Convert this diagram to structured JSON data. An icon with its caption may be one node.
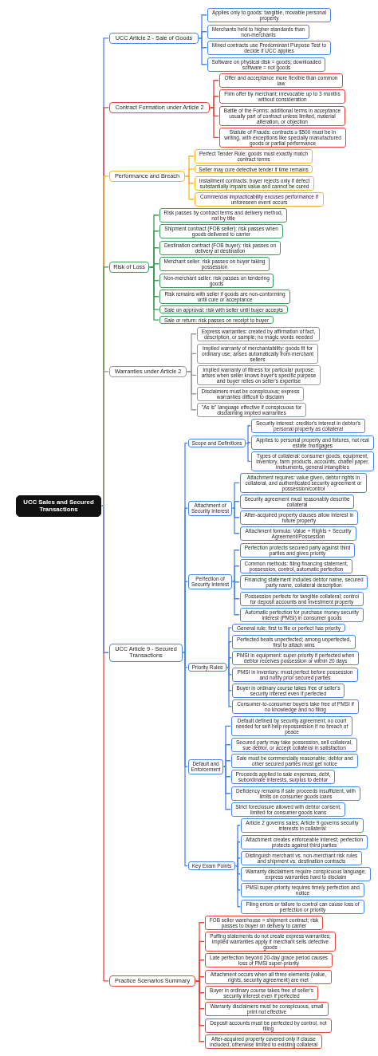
{
  "diagram": {
    "nodes": [
      {
        "text": [
          "UCC Sales and Secured Transactions"
        ]
      },
      {
        "text": [
          "UCC Article 2 - Sale of Goods"
        ]
      },
      {
        "text": [
          "Applies only to goods: tangible, movable personal property"
        ]
      },
      {
        "text": [
          "Merchants held to higher standards than non-merchants"
        ]
      },
      {
        "text": [
          "Mixed contracts use Predominant Purpose Test to decide if UCC applies"
        ]
      },
      {
        "text": [
          "Software on physical disk = goods; downloaded software = not goods"
        ]
      },
      {
        "text": [
          "Contract Formation under Article 2"
        ]
      },
      {
        "text": [
          "Offer and acceptance more flexible than common law"
        ]
      },
      {
        "text": [
          "Firm offer by merchant: irrevocable up to 3 months without consideration"
        ]
      },
      {
        "text": [
          "Battle of the Forms: additional terms in acceptance usually part of contract unless limited, material alteration, or objection"
        ]
      },
      {
        "text": [
          "Statute of Frauds: contracts ≥ $500 must be in writing, with exceptions like specially manufactured goods or partial performance"
        ]
      },
      {
        "text": [
          "Performance and Breach"
        ]
      },
      {
        "text": [
          "Perfect Tender Rule: goods must exactly match contract terms"
        ]
      },
      {
        "text": [
          "Seller may cure defective tender if time remains"
        ]
      },
      {
        "text": [
          "Installment contracts: buyer rejects only if defect substantially impairs value and cannot be cured"
        ]
      },
      {
        "text": [
          "Commercial impracticability excuses performance if unforeseen event occurs"
        ]
      },
      {
        "text": [
          "Risk of Loss"
        ]
      },
      {
        "text": [
          "Risk passes by contract terms and delivery method, not by title"
        ]
      },
      {
        "text": [
          "Shipment contract (FOB seller): risk passes when goods delivered to carrier"
        ]
      },
      {
        "text": [
          "Destination contract (FOB buyer): risk passes on delivery at destination"
        ]
      },
      {
        "text": [
          "Merchant seller: risk passes on buyer taking possession"
        ]
      },
      {
        "text": [
          "Non-merchant seller: risk passes on tendering goods"
        ]
      },
      {
        "text": [
          "Risk remains with seller if goods are non-conforming until cure or acceptance"
        ]
      },
      {
        "text": [
          "Sale on approval: risk with seller until buyer accepts"
        ]
      },
      {
        "text": [
          "Sale or return: risk passes on receipt to buyer"
        ]
      },
      {
        "text": [
          "Warranties under Article 2"
        ]
      },
      {
        "text": [
          "Express warranties: created by affirmation of fact, description, or sample; no magic words needed"
        ]
      },
      {
        "text": [
          "Implied warranty of merchantability: goods fit for ordinary use; arises automatically from merchant sellers"
        ]
      },
      {
        "text": [
          "Implied warranty of fitness for particular purpose: arises when seller knows buyer's specific purpose and buyer relies on seller's expertise"
        ]
      },
      {
        "text": [
          "Disclaimers must be conspicuous; express warranties difficult to disclaim"
        ]
      },
      {
        "text": [
          "\"As is\" language effective if conspicuous for disclaiming implied warranties"
        ]
      },
      {
        "text": [
          "UCC Article 9 - Secured Transactions"
        ]
      },
      {
        "text": [
          "Scope and Definitions"
        ]
      },
      {
        "text": [
          "Security interest: creditor's interest in debtor's personal property as collateral"
        ]
      },
      {
        "text": [
          "Applies to personal property and fixtures, not real estate mortgages"
        ]
      },
      {
        "text": [
          "Types of collateral: consumer goods, equipment, inventory, farm products, accounts, chattel paper, instruments, general intangibles"
        ]
      },
      {
        "text": [
          "Attachment of Security Interest"
        ]
      },
      {
        "text": [
          "Attachment requires: value given, debtor rights in collateral, and authenticated security agreement or possession/control"
        ]
      },
      {
        "text": [
          "Security agreement must reasonably describe collateral"
        ]
      },
      {
        "text": [
          "After-acquired property clauses allow interest in future property"
        ]
      },
      {
        "text": [
          "Attachment formula: Value + Rights + Security Agreement/Possession"
        ]
      },
      {
        "text": [
          "Perfection of Security Interest"
        ]
      },
      {
        "text": [
          "Perfection protects secured party against third parties and gives priority"
        ]
      },
      {
        "text": [
          "Common methods: filing financing statement, possession, control, automatic perfection"
        ]
      },
      {
        "text": [
          "Financing statement includes debtor name, secured party name, collateral description"
        ]
      },
      {
        "text": [
          "Possession perfects for tangible collateral; control for deposit accounts and investment property"
        ]
      },
      {
        "text": [
          "Automatic perfection for purchase money security interest (PMSI) in consumer goods"
        ]
      },
      {
        "text": [
          "Priority Rules"
        ]
      },
      {
        "text": [
          "General rule: first to file or perfect has priority"
        ]
      },
      {
        "text": [
          "Perfected beats unperfected; among unperfected, first to attach wins"
        ]
      },
      {
        "text": [
          "PMSI in equipment: super-priority if perfected when debtor receives possession or within 20 days"
        ]
      },
      {
        "text": [
          "PMSI in inventory: must perfect before possession and notify prior secured parties"
        ]
      },
      {
        "text": [
          "Buyer in ordinary course takes free of seller's security interest even if perfected"
        ]
      },
      {
        "text": [
          "Consumer-to-consumer buyers take free of PMSI if no knowledge and no filing"
        ]
      },
      {
        "text": [
          "Default and Enforcement"
        ]
      },
      {
        "text": [
          "Default defined by security agreement; no court needed for self-help repossession if no breach of peace"
        ]
      },
      {
        "text": [
          "Secured party may take possession, sell collateral, sue debtor, or accept collateral in satisfaction"
        ]
      },
      {
        "text": [
          "Sale must be commercially reasonable; debtor and other secured parties must get notice"
        ]
      },
      {
        "text": [
          "Proceeds applied to sale expenses, debt, subordinate interests, surplus to debtor"
        ]
      },
      {
        "text": [
          "Deficiency remains if sale proceeds insufficient, with limits on consumer goods loans"
        ]
      },
      {
        "text": [
          "Strict foreclosure allowed with debtor consent, limited for consumer goods loans"
        ]
      },
      {
        "text": [
          "Key Exam Points"
        ]
      },
      {
        "text": [
          "Article 2 governs sales; Article 9 governs security interests in collateral"
        ]
      },
      {
        "text": [
          "Attachment creates enforceable interest; perfection protects against third parties"
        ]
      },
      {
        "text": [
          "Distinguish merchant vs. non-merchant risk rules and shipment vs. destination contracts"
        ]
      },
      {
        "text": [
          "Warranty disclaimers require conspicuous language; express warranties hard to disclaim"
        ]
      },
      {
        "text": [
          "PMSI super-priority requires timely perfection and notice"
        ]
      },
      {
        "text": [
          "Filing errors or failure to control can cause loss of perfection or priority"
        ]
      },
      {
        "text": [
          "Practice Scenarios Summary"
        ]
      },
      {
        "text": [
          "FOB seller warehouse = shipment contract; risk passes to buyer on delivery to carrier"
        ]
      },
      {
        "text": [
          "Puffing statements do not create express warranties; implied warranties apply if merchant sells defective goods"
        ]
      },
      {
        "text": [
          "Late perfection beyond 20-day grace period causes loss of PMSI super-priority"
        ]
      },
      {
        "text": [
          "Attachment occurs when all three elements (value, rights, security agreement) are met"
        ]
      },
      {
        "text": [
          "Buyer in ordinary course takes free of seller's security interest even if perfected"
        ]
      },
      {
        "text": [
          "Warranty disclaimers must be conspicuous, small print not effective"
        ]
      },
      {
        "text": [
          "Deposit accounts must be perfected by control, not filing"
        ]
      },
      {
        "text": [
          "After-acquired property covered only if clause included; otherwise limited to existing collateral"
        ]
      }
    ],
    "edges": [
      {
        "from": 0,
        "to": 1,
        "arrow": "none"
      },
      {
        "from": 1,
        "to": 2,
        "arrow": "none"
      },
      {
        "from": 1,
        "to": 3,
        "arrow": "none"
      },
      {
        "from": 1,
        "to": 4,
        "arrow": "none"
      },
      {
        "from": 1,
        "to": 5,
        "arrow": "none"
      },
      {
        "from": 0,
        "to": 6,
        "arrow": "none",
        "color": "#e8453c"
      },
      {
        "from": 6,
        "to": 7,
        "arrow": "none",
        "color": "#e8453c"
      },
      {
        "from": 6,
        "to": 8,
        "arrow": "none",
        "color": "#e8453c"
      },
      {
        "from": 6,
        "to": 9,
        "arrow": "none",
        "color": "#e8453c"
      },
      {
        "from": 6,
        "to": 10,
        "arrow": "none",
        "color": "#e8453c"
      },
      {
        "from": 0,
        "to": 11,
        "arrow": "none",
        "color": "#f2b824"
      },
      {
        "from": 11,
        "to": 12,
        "arrow": "none",
        "color": "#f2b824"
      },
      {
        "from": 11,
        "to": 13,
        "arrow": "none",
        "color": "#f2b824"
      },
      {
        "from": 11,
        "to": 14,
        "arrow": "none",
        "color": "#f2b824"
      },
      {
        "from": 11,
        "to": 15,
        "arrow": "none",
        "color": "#f2b824"
      },
      {
        "from": 0,
        "to": 16,
        "arrow": "none",
        "color": "#3c9d5a"
      },
      {
        "from": 16,
        "to": 17,
        "arrow": "none",
        "color": "#3c9d5a"
      },
      {
        "from": 16,
        "to": 18,
        "arrow": "none",
        "color": "#3c9d5a"
      },
      {
        "from": 16,
        "to": 19,
        "arrow": "none",
        "color": "#3c9d5a"
      },
      {
        "from": 16,
        "to": 20,
        "arrow": "none",
        "color": "#3c9d5a"
      },
      {
        "from": 16,
        "to": 21,
        "arrow": "none",
        "color": "#3c9d5a"
      },
      {
        "from": 16,
        "to": 22,
        "arrow": "none",
        "color": "#3c9d5a"
      },
      {
        "from": 16,
        "to": 23,
        "arrow": "none",
        "color": "#3c9d5a"
      },
      {
        "from": 16,
        "to": 24,
        "arrow": "none",
        "color": "#3c9d5a"
      },
      {
        "from": 0,
        "to": 25,
        "arrow": "none",
        "color": "#999999"
      },
      {
        "from": 25,
        "to": 26,
        "arrow": "none",
        "color": "#999999"
      },
      {
        "from": 25,
        "to": 27,
        "arrow": "none",
        "color": "#999999"
      },
      {
        "from": 25,
        "to": 28,
        "arrow": "none",
        "color": "#999999"
      },
      {
        "from": 25,
        "to": 29,
        "arrow": "none",
        "color": "#999999"
      },
      {
        "from": 25,
        "to": 30,
        "arrow": "none",
        "color": "#999999"
      },
      {
        "from": 0,
        "to": 31,
        "arrow": "none"
      },
      {
        "from": 31,
        "to": 32,
        "arrow": "none"
      },
      {
        "from": 32,
        "to": 33,
        "arrow": "none"
      },
      {
        "from": 32,
        "to": 34,
        "arrow": "none"
      },
      {
        "from": 32,
        "to": 35,
        "arrow": "none"
      },
      {
        "from": 31,
        "to": 36,
        "arrow": "none"
      },
      {
        "from": 36,
        "to": 37,
        "arrow": "none"
      },
      {
        "from": 36,
        "to": 38,
        "arrow": "none"
      },
      {
        "from": 36,
        "to": 39,
        "arrow": "none"
      },
      {
        "from": 36,
        "to": 40,
        "arrow": "none"
      },
      {
        "from": 31,
        "to": 41,
        "arrow": "none"
      },
      {
        "from": 41,
        "to": 42,
        "arrow": "none"
      },
      {
        "from": 41,
        "to": 43,
        "arrow": "none"
      },
      {
        "from": 41,
        "to": 44,
        "arrow": "none"
      },
      {
        "from": 41,
        "to": 45,
        "arrow": "none"
      },
      {
        "from": 41,
        "to": 46,
        "arrow": "none"
      },
      {
        "from": 31,
        "to": 47,
        "arrow": "none"
      },
      {
        "from": 47,
        "to": 48,
        "arrow": "none"
      },
      {
        "from": 47,
        "to": 49,
        "arrow": "none"
      },
      {
        "from": 47,
        "to": 50,
        "arrow": "none"
      },
      {
        "from": 47,
        "to": 51,
        "arrow": "none"
      },
      {
        "from": 47,
        "to": 52,
        "arrow": "none"
      },
      {
        "from": 47,
        "to": 53,
        "arrow": "none"
      },
      {
        "from": 31,
        "to": 54,
        "arrow": "none"
      },
      {
        "from": 54,
        "to": 55,
        "arrow": "none"
      },
      {
        "from": 54,
        "to": 56,
        "arrow": "none"
      },
      {
        "from": 54,
        "to": 57,
        "arrow": "none"
      },
      {
        "from": 54,
        "to": 58,
        "arrow": "none"
      },
      {
        "from": 54,
        "to": 59,
        "arrow": "none"
      },
      {
        "from": 54,
        "to": 60,
        "arrow": "none"
      },
      {
        "from": 31,
        "to": 61,
        "arrow": "none"
      },
      {
        "from": 61,
        "to": 62,
        "arrow": "none"
      },
      {
        "from": 61,
        "to": 63,
        "arrow": "none"
      },
      {
        "from": 61,
        "to": 64,
        "arrow": "none"
      },
      {
        "from": 61,
        "to": 65,
        "arrow": "none"
      },
      {
        "from": 61,
        "to": 66,
        "arrow": "none"
      },
      {
        "from": 61,
        "to": 67,
        "arrow": "none"
      },
      {
        "from": 0,
        "to": 68,
        "arrow": "none",
        "color": "#e8453c"
      },
      {
        "from": 68,
        "to": 69,
        "arrow": "none",
        "color": "#e8453c"
      },
      {
        "from": 68,
        "to": 70,
        "arrow": "none",
        "color": "#e8453c"
      },
      {
        "from": 68,
        "to": 71,
        "arrow": "none",
        "color": "#e8453c"
      },
      {
        "from": 68,
        "to": 72,
        "arrow": "none",
        "color": "#e8453c"
      },
      {
        "from": 68,
        "to": 73,
        "arrow": "none",
        "color": "#e8453c"
      },
      {
        "from": 68,
        "to": 74,
        "arrow": "none",
        "color": "#e8453c"
      },
      {
        "from": 68,
        "to": 75,
        "arrow": "none",
        "color": "#e8453c"
      },
      {
        "from": 68,
        "to": 76,
        "arrow": "none",
        "color": "#e8453c"
      }
    ]
  }
}
